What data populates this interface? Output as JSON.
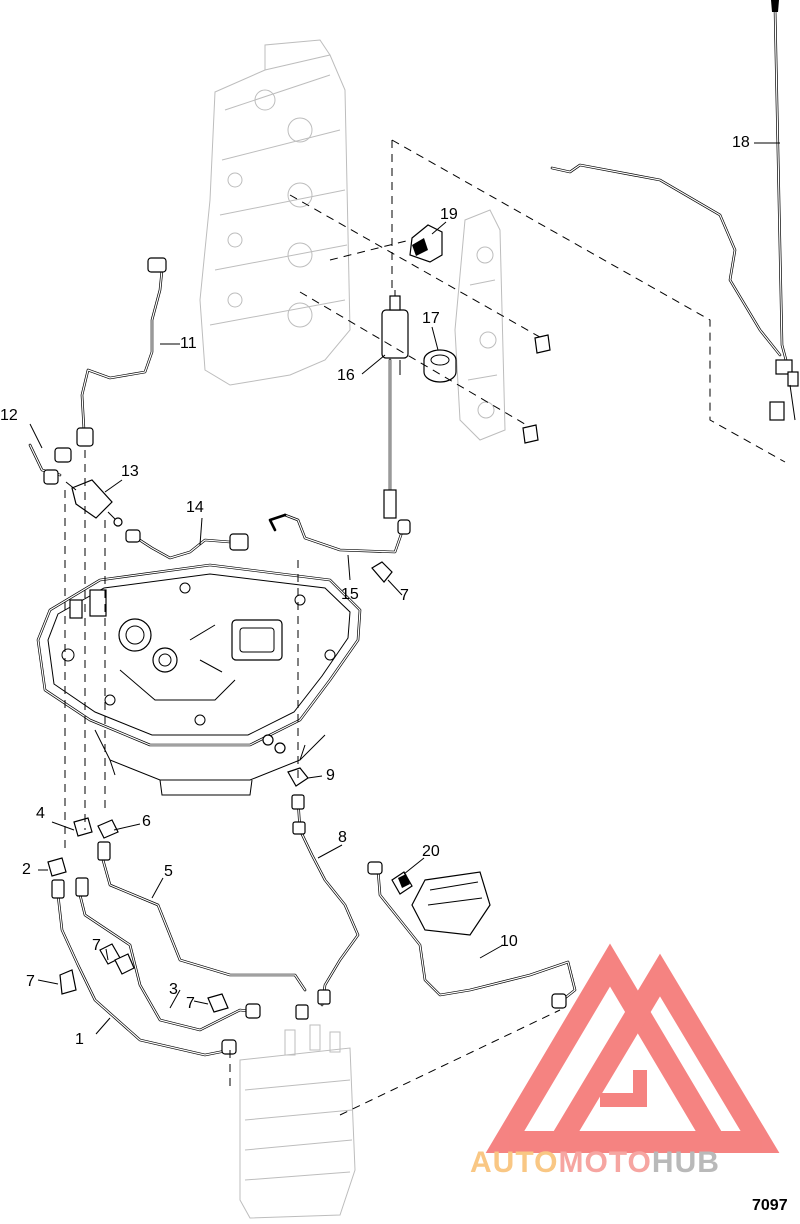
{
  "figure_number": "7097",
  "watermark": {
    "parts": [
      {
        "text": "AUTO",
        "color": "#F9C784"
      },
      {
        "text": "MOTO",
        "color": "#F6A5A1"
      },
      {
        "text": "HUB",
        "color": "#B9B9B9"
      }
    ],
    "accent_color": "#F25A58"
  },
  "callouts": [
    {
      "id": "c1",
      "text": "1"
    },
    {
      "id": "c2",
      "text": "2"
    },
    {
      "id": "c3",
      "text": "3"
    },
    {
      "id": "c4",
      "text": "4"
    },
    {
      "id": "c5",
      "text": "5"
    },
    {
      "id": "c6",
      "text": "6"
    },
    {
      "id": "c7a",
      "text": "7"
    },
    {
      "id": "c7b",
      "text": "7"
    },
    {
      "id": "c7c",
      "text": "7"
    },
    {
      "id": "c7d",
      "text": "7"
    },
    {
      "id": "c8",
      "text": "8"
    },
    {
      "id": "c9",
      "text": "9"
    },
    {
      "id": "c10",
      "text": "10"
    },
    {
      "id": "c11",
      "text": "11"
    },
    {
      "id": "c12",
      "text": "12"
    },
    {
      "id": "c13",
      "text": "13"
    },
    {
      "id": "c14",
      "text": "14"
    },
    {
      "id": "c15",
      "text": "15"
    },
    {
      "id": "c16",
      "text": "16"
    },
    {
      "id": "c17",
      "text": "17"
    },
    {
      "id": "c18",
      "text": "18"
    },
    {
      "id": "c19",
      "text": "19"
    },
    {
      "id": "c20",
      "text": "20"
    }
  ]
}
